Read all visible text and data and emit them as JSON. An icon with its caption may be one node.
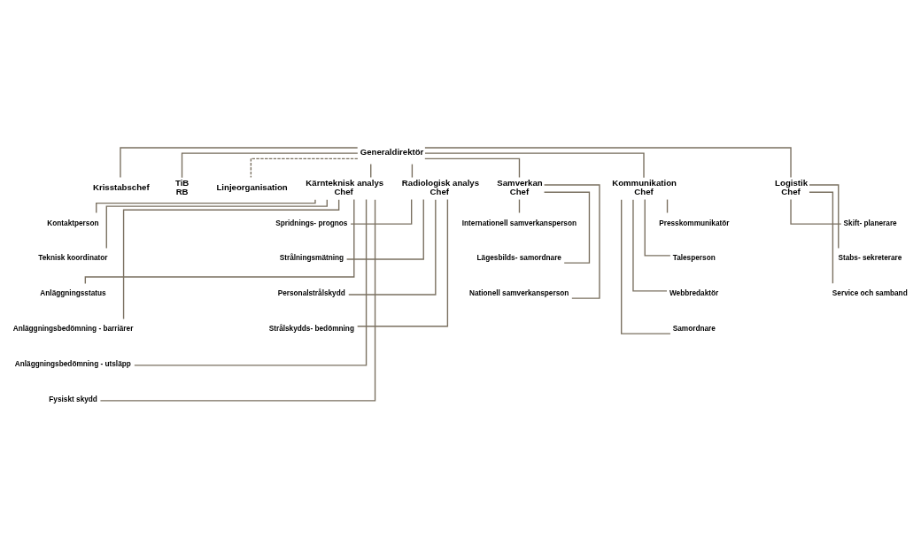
{
  "diagram": {
    "nodes": [
      {
        "text": [
          "Generaldirektör"
        ]
      },
      {
        "text": [
          "Krisstabschef"
        ]
      },
      {
        "text": [
          "TiB",
          "RB"
        ]
      },
      {
        "text": [
          "Linjeorganisation"
        ]
      },
      {
        "text": [
          "Kärnteknisk analys",
          "Chef"
        ]
      },
      {
        "text": [
          "Kontaktperson"
        ]
      },
      {
        "text": [
          "Teknisk koordinator"
        ]
      },
      {
        "text": [
          "Anläggningsstatus"
        ]
      },
      {
        "text": [
          "Anläggningsbedömning - barriärer"
        ]
      },
      {
        "text": [
          "Anläggningsbedömning - utsläpp"
        ]
      },
      {
        "text": [
          "Fysiskt skydd"
        ]
      },
      {
        "text": [
          "Radiologisk analys",
          "Chef"
        ]
      },
      {
        "text": [
          "Spridnings- prognos"
        ]
      },
      {
        "text": [
          "Strålningsmätning"
        ]
      },
      {
        "text": [
          "Personalstrålskydd"
        ]
      },
      {
        "text": [
          "Strålskydds- bedömning"
        ]
      },
      {
        "text": [
          "Samverkan",
          "Chef"
        ]
      },
      {
        "text": [
          "Internationell samverkansperson"
        ]
      },
      {
        "text": [
          "Lägesbilds- samordnare"
        ]
      },
      {
        "text": [
          "Nationell samverkansperson"
        ]
      },
      {
        "text": [
          "Kommunikation",
          "Chef"
        ]
      },
      {
        "text": [
          "Presskommunikatör"
        ]
      },
      {
        "text": [
          "Talesperson"
        ]
      },
      {
        "text": [
          "Webbredaktör"
        ]
      },
      {
        "text": [
          "Samordnare"
        ]
      },
      {
        "text": [
          "Logistik",
          "Chef"
        ]
      },
      {
        "text": [
          "Skift- planerare"
        ]
      },
      {
        "text": [
          "Stabs- sekreterare"
        ]
      },
      {
        "text": [
          "Service och samband"
        ]
      }
    ],
    "edges": [
      {
        "from": 0,
        "to": 1,
        "arrow": "none"
      },
      {
        "from": 0,
        "to": 2,
        "arrow": "none"
      },
      {
        "from": 0,
        "to": 3,
        "arrow": "none",
        "style": "dashed"
      },
      {
        "from": 0,
        "to": 4,
        "arrow": "none"
      },
      {
        "from": 0,
        "to": 11,
        "arrow": "none"
      },
      {
        "from": 0,
        "to": 16,
        "arrow": "none"
      },
      {
        "from": 0,
        "to": 20,
        "arrow": "none"
      },
      {
        "from": 0,
        "to": 25,
        "arrow": "none"
      },
      {
        "from": 4,
        "to": 5,
        "arrow": "none"
      },
      {
        "from": 4,
        "to": 6,
        "arrow": "none"
      },
      {
        "from": 4,
        "to": 7,
        "arrow": "none"
      },
      {
        "from": 4,
        "to": 8,
        "arrow": "none"
      },
      {
        "from": 4,
        "to": 9,
        "arrow": "none"
      },
      {
        "from": 4,
        "to": 10,
        "arrow": "none"
      },
      {
        "from": 11,
        "to": 12,
        "arrow": "none"
      },
      {
        "from": 11,
        "to": 13,
        "arrow": "none"
      },
      {
        "from": 11,
        "to": 14,
        "arrow": "none"
      },
      {
        "from": 11,
        "to": 15,
        "arrow": "none"
      },
      {
        "from": 16,
        "to": 17,
        "arrow": "none"
      },
      {
        "from": 16,
        "to": 18,
        "arrow": "none"
      },
      {
        "from": 16,
        "to": 19,
        "arrow": "none"
      },
      {
        "from": 20,
        "to": 21,
        "arrow": "none"
      },
      {
        "from": 20,
        "to": 22,
        "arrow": "none"
      },
      {
        "from": 20,
        "to": 23,
        "arrow": "none"
      },
      {
        "from": 20,
        "to": 24,
        "arrow": "none"
      },
      {
        "from": 25,
        "to": 26,
        "arrow": "none"
      },
      {
        "from": 25,
        "to": 27,
        "arrow": "none"
      },
      {
        "from": 25,
        "to": 28,
        "arrow": "none"
      }
    ]
  }
}
